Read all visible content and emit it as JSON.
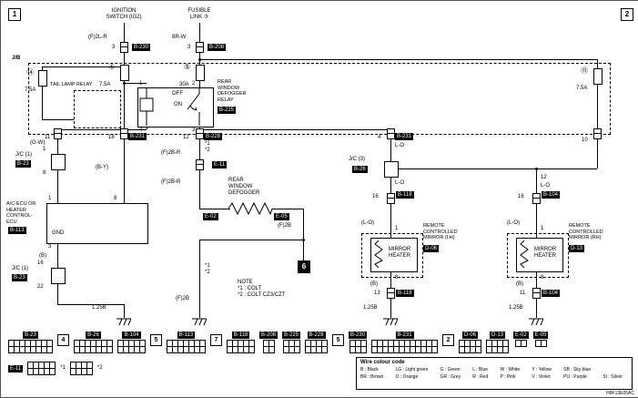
{
  "page": {
    "ref_left": "1",
    "ref_right": "2",
    "earth_ref": "6",
    "doc_code": "H8F13E05AC"
  },
  "header": {
    "ignition_switch": "IGNITION\nSWITCH (IG2)",
    "fusible_link": "FUSIBLE\nLINK ③"
  },
  "feeds": {
    "b230_wire": "(F)2L-R",
    "b230_pin": "3",
    "b230": "B-230",
    "b208_wire": "8R-W",
    "b208_pin": "3",
    "b208": "B-208"
  },
  "jb": {
    "label": "J/B",
    "fuse4_no": "④",
    "fuse4_amp": "7.5A",
    "fuse5_no": "⑤",
    "fuse5_amp": "30A",
    "fuse11_no": "⑪",
    "fuse11_amp": "7.5A",
    "fuse14_no": "⑭",
    "fuse14_amp": "7.5A",
    "tail_lamp_relay": "TAIL LAMP RELAY",
    "relay_name": "REAR\nWINDOW\nDEFOGGER\nRELAY",
    "relay_connector": "B-225",
    "relay_off": "OFF",
    "relay_on": "ON",
    "relay_pin1": "1",
    "relay_pin2": "2",
    "relay_pin3": "3",
    "relay_pin4": "4",
    "exit_pin11": "11",
    "exit18_pin": "18",
    "exit18_conn": "B-231",
    "exit12_pin": "12",
    "exit12_conn": "B-228",
    "exit4_pin": "4",
    "exit4_conn": "B-231",
    "exit_pin10": "10"
  },
  "left": {
    "wire_gw": "(G-W)",
    "jc1a_name": "J/C (1)",
    "jc1a_conn": "B-23",
    "jc1a_top": "1",
    "jc1a_bottom": "8",
    "wire_by": "(B-Y)",
    "ecu_name": "A/C-ECU OR\nHEATER\nCONTROL-\nECU",
    "ecu_conn": "B-113",
    "ecu_pin1": "1",
    "ecu_pin8": "8",
    "ecu_gnd": "GND",
    "ecu_pin3": "3",
    "wire_b": "(B)",
    "jc1b_name": "J/C (1)",
    "jc1b_conn": "B-23",
    "jc1b_top": "16",
    "jc1b_bottom": "22",
    "wire_ground": "1.25B"
  },
  "middle": {
    "marks_top": "*1\n*2",
    "wire_feed1": "(F)2B-R",
    "e11": "E-11",
    "wire_feed2": "(F)2B-R",
    "defogger_name": "REAR\nWINDOW\nDEFOGGER",
    "e02": "E-02",
    "e05": "E-05",
    "wire_earth_right": "(F)2B",
    "marks_bottom": "*1\n*2",
    "wire_earth_left": "(F)2B",
    "note": "NOTE\n*1 : COLT\n*2 : COLT CZ3/CZT"
  },
  "right": {
    "wire_lo_top": "L-O",
    "jc3_name": "J/C (3)",
    "jc3_conn": "B-26",
    "lh_wire_lo": "L-O",
    "lh_pin_in": "16",
    "lh_conn_in": "B-118",
    "lh_wire_lo2": "(L-O)",
    "lh_pin_top": "1",
    "lh_heater": "MIRROR\nHEATER",
    "lh_pin_bottom": "8",
    "lh_name": "REMOTE\nCONTROLLED\nMIRROR (LH)",
    "lh_conn": "D-06",
    "lh_wire_b": "(B)",
    "lh_pin_out": "13",
    "lh_conn_out": "B-118",
    "lh_wire_ground": "1.25B",
    "rh_pin12": "12",
    "rh_wire_lo": "L-O",
    "rh_pin_in": "16",
    "rh_conn_in": "B-104",
    "rh_wire_lo2": "(L-O)",
    "rh_pin_top": "1",
    "rh_heater": "MIRROR\nHEATER",
    "rh_pin_bottom": "8",
    "rh_name": "REMOTE\nCONTROLLED\nMIRROR (RH)",
    "rh_conn": "D-13",
    "rh_wire_b": "(B)",
    "rh_pin_out": "11",
    "rh_conn_out": "B-104",
    "rh_wire_ground": "1.25B"
  },
  "bottom_strip": [
    {
      "type": "conn",
      "label": "B-23",
      "cols": 8,
      "rows": 2
    },
    {
      "type": "ref",
      "label": "4"
    },
    {
      "type": "conn",
      "label": "B-26",
      "cols": 7,
      "rows": 2
    },
    {
      "type": "conn",
      "label": "B-104",
      "cols": 5,
      "rows": 2
    },
    {
      "type": "ref",
      "label": "5"
    },
    {
      "type": "conn",
      "label": "B-113",
      "cols": 7,
      "rows": 2
    },
    {
      "type": "ref",
      "label": "7"
    },
    {
      "type": "conn",
      "label": "B-118",
      "cols": 5,
      "rows": 2
    },
    {
      "type": "conn",
      "label": "B-208",
      "cols": 2,
      "rows": 2
    },
    {
      "type": "conn",
      "label": "B-225",
      "cols": 3,
      "rows": 2
    },
    {
      "type": "conn",
      "label": "B-228",
      "cols": 4,
      "rows": 2
    },
    {
      "type": "ref",
      "label": "5"
    },
    {
      "type": "conn",
      "label": "B-230",
      "cols": 3,
      "rows": 2
    },
    {
      "type": "conn",
      "label": "B-231",
      "cols": 12,
      "rows": 2
    },
    {
      "type": "ref",
      "label": "2"
    },
    {
      "type": "conn",
      "label": "D-06",
      "cols": 4,
      "rows": 2
    },
    {
      "type": "conn",
      "label": "D-13",
      "cols": 4,
      "rows": 2
    },
    {
      "type": "conn",
      "label": "E-02",
      "cols": 2,
      "rows": 1
    },
    {
      "type": "conn",
      "label": "E-05",
      "cols": 2,
      "rows": 1
    }
  ],
  "e11_row_items": [
    {
      "type": "label",
      "label": "E-11"
    },
    {
      "type": "grid",
      "cols": 5,
      "rows": 2
    },
    {
      "type": "mark",
      "label": "*1"
    },
    {
      "type": "grid",
      "cols": 4,
      "rows": 2
    },
    {
      "type": "mark",
      "label": "*2"
    }
  ],
  "legend": {
    "title": "Wire colour code",
    "rows": [
      [
        "B : Black",
        "LG : Light green",
        "G : Green",
        "L : Blue",
        "W : White",
        "Y : Yellow",
        "SB : Sky blue"
      ],
      [
        "BR : Brown",
        "O : Orange",
        "GR : Grey",
        "R : Red",
        "P : Pink",
        "V : Violet",
        "PU : Purple",
        "SI : Silver"
      ]
    ]
  }
}
